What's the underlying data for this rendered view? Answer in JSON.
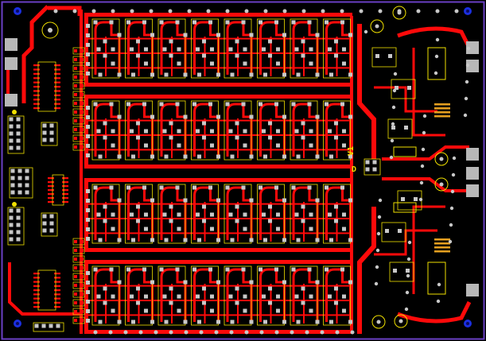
{
  "board": {
    "background_color": "#000000",
    "outline_color": "#6a3fc4",
    "trace_color": "#ff0a0a",
    "pad_color": "#c8c8c8",
    "silkscreen_color": "#f0e000",
    "mounting_hole_color": "#1b2fe0",
    "silkscreen_labels": [
      {
        "text": "V1"
      },
      {
        "text": "D"
      }
    ],
    "relay_bank_rows": 4,
    "relays_per_row": 8,
    "icons": [
      "mounting-hole-icon",
      "via-icon",
      "pad-icon",
      "ic-footprint-icon",
      "connector-icon"
    ]
  }
}
